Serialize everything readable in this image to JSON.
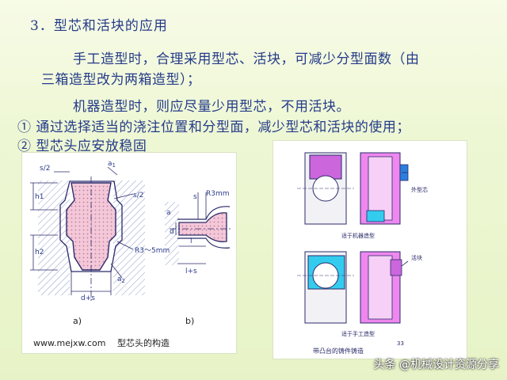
{
  "heading": "3．型芯和活块的应用",
  "paragraph1_line1": "手工造型时，合理采用型芯、活块，可减少分型面数（由",
  "paragraph1_line2": "三箱造型改为两箱造型）；",
  "paragraph2": "机器造型时，则应尽量少用型芯，不用活块。",
  "point1": "① 通过选择适当的浇注位置和分型面，减少型芯和活块的使用；",
  "point2": "② 型芯头应安放稳固",
  "left_figure": {
    "labels": {
      "s2_top": "s/2",
      "a1": "a",
      "a1_sub": "1",
      "s2_right": "s/2",
      "h1": "h1",
      "h2": "h2",
      "r35": "R3～5mm",
      "a2": "a",
      "a2_sub": "2",
      "d_s": "d+s",
      "sub_a": "a)",
      "s_b": "s",
      "r3": "R3mm",
      "a_b": "a",
      "l_b": "l",
      "d_b": "d",
      "l_s": "l+s",
      "sub_b": "b)"
    },
    "source": "www.mejxw.com",
    "caption": "型芯头的构造"
  },
  "right_figure": {
    "label_core": "外型芯",
    "caption_machine": "适于机器造型",
    "label_loose": "活块",
    "caption_hand": "适于手工造型",
    "page_num": "33",
    "bottom_caption": "带凸台的铸件铸造"
  },
  "watermark": "头条 @机械设计资源分享"
}
